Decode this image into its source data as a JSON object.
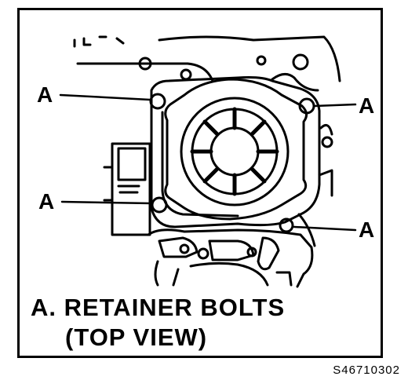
{
  "callouts": {
    "top_left": "A",
    "top_right": "A",
    "bottom_left": "A",
    "bottom_right": "A"
  },
  "caption": {
    "line1": "A. RETAINER BOLTS",
    "line2": "(TOP VIEW)"
  },
  "reference_code": "S46710302",
  "colors": {
    "ink": "#000000",
    "paper": "#ffffff"
  }
}
